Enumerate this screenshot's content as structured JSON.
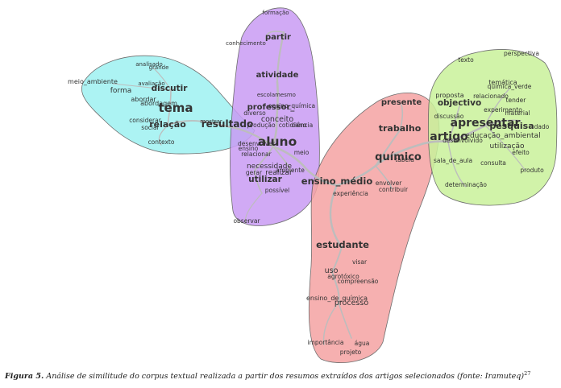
{
  "caption": {
    "figure_label": "Figura 5.",
    "text": "Análise de similitude do corpus textual realizada a partir dos resumos extraídos dos artigos selecionados (fonte: Iramuteq)",
    "superscript": "27"
  },
  "clusters": [
    {
      "id": "resultado",
      "color": "#9ef2f2",
      "words": [
        {
          "text": "analisado"
        },
        {
          "text": "grande"
        },
        {
          "text": "meio_ambiente"
        },
        {
          "text": "avaliação"
        },
        {
          "text": "forma"
        },
        {
          "text": "discutir"
        },
        {
          "text": "abordar"
        },
        {
          "text": "abordagem"
        },
        {
          "text": "tema"
        },
        {
          "text": "mostrar"
        },
        {
          "text": "considerar"
        },
        {
          "text": "relação"
        },
        {
          "text": "social"
        },
        {
          "text": "resultado"
        },
        {
          "text": "contexto"
        }
      ]
    },
    {
      "id": "aluno",
      "color": "#c99cf4",
      "words": [
        {
          "text": "formação"
        },
        {
          "text": "partir"
        },
        {
          "text": "conhecimento"
        },
        {
          "text": "atividade"
        },
        {
          "text": "escola"
        },
        {
          "text": "mesmo"
        },
        {
          "text": "professor_"
        },
        {
          "text": "ensino_química"
        },
        {
          "text": "diverso"
        },
        {
          "text": "conceito"
        },
        {
          "text": "produção"
        },
        {
          "text": "cotidiano"
        },
        {
          "text": "ciência"
        },
        {
          "text": "desenvolver"
        },
        {
          "text": "aluno"
        },
        {
          "text": "ensino"
        },
        {
          "text": "relacionar"
        },
        {
          "text": "meio"
        },
        {
          "text": "necessidade"
        },
        {
          "text": "gerar"
        },
        {
          "text": "realizar"
        },
        {
          "text": "ambiente"
        },
        {
          "text": "utilizar"
        },
        {
          "text": "possível"
        },
        {
          "text": "observar"
        }
      ]
    },
    {
      "id": "ensino_medio",
      "color": "#f5a3a3",
      "words": [
        {
          "text": "presente"
        },
        {
          "text": "trabalho"
        },
        {
          "text": "químico"
        },
        {
          "text": "tabela"
        },
        {
          "text": "ensino_médio"
        },
        {
          "text": "envolver"
        },
        {
          "text": "contribuir"
        },
        {
          "text": "experiência"
        },
        {
          "text": "estudante"
        },
        {
          "text": "visar"
        },
        {
          "text": "uso"
        },
        {
          "text": "agrotóxico"
        },
        {
          "text": "compreensão"
        },
        {
          "text": "ensino_de_química"
        },
        {
          "text": "processo"
        },
        {
          "text": "importância"
        },
        {
          "text": "água"
        },
        {
          "text": "projeto"
        }
      ]
    },
    {
      "id": "artigo",
      "color": "#c9f29b",
      "words": [
        {
          "text": "perspectiva"
        },
        {
          "text": "texto"
        },
        {
          "text": "temática"
        },
        {
          "text": "química_verde"
        },
        {
          "text": "proposta"
        },
        {
          "text": "relacionado"
        },
        {
          "text": "tender"
        },
        {
          "text": "objectivo"
        },
        {
          "text": "experimento"
        },
        {
          "text": "material"
        },
        {
          "text": "discussão"
        },
        {
          "text": "apresentar"
        },
        {
          "text": "pesquisa"
        },
        {
          "text": "dado"
        },
        {
          "text": "artigo"
        },
        {
          "text": "educação_ambiental"
        },
        {
          "text": "desenvolvido"
        },
        {
          "text": "utilização"
        },
        {
          "text": "sala_de_aula"
        },
        {
          "text": "consulta"
        },
        {
          "text": "efeito"
        },
        {
          "text": "produto"
        },
        {
          "text": "determinação"
        }
      ]
    }
  ]
}
